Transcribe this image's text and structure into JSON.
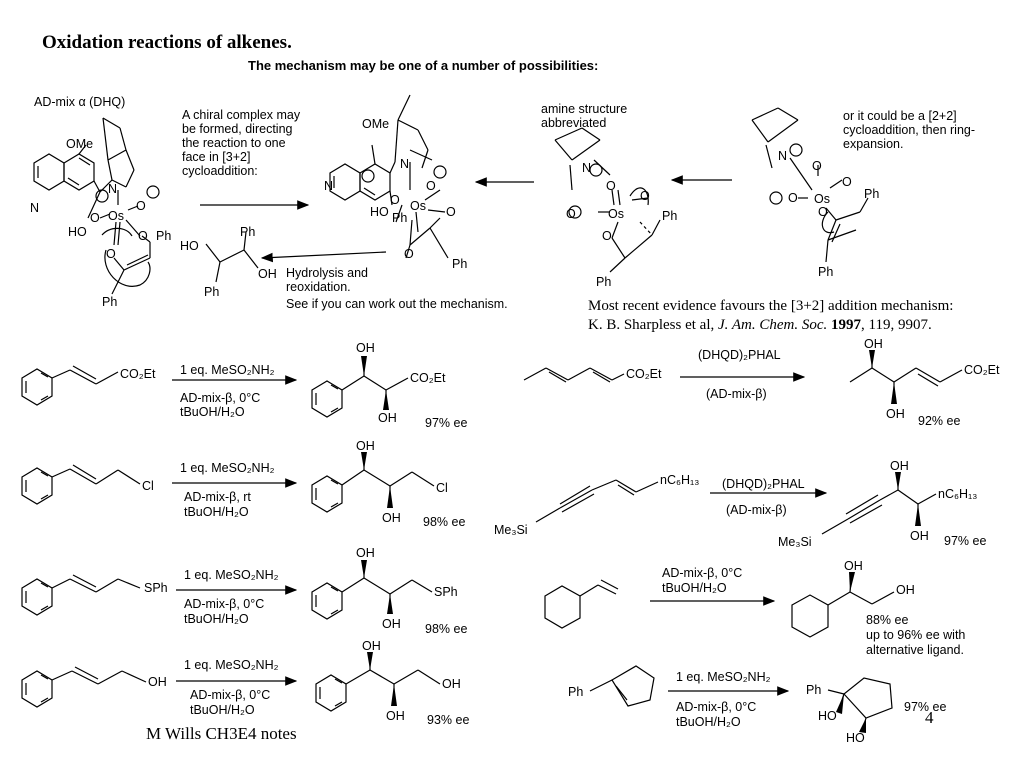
{
  "slide": {
    "title": "Oxidation reactions of alkenes.",
    "subtitle": "The mechanism may be one of a number of possibilities:",
    "footer": "M Wills CH3E4 notes",
    "page_number": "4"
  },
  "mechanism": {
    "ad_mix_label": "AD-mix α (DHQ)",
    "chiral_complex_note": "A chiral complex may be formed, directing the reaction to one face in [3+2] cycloaddition:",
    "amine_note": "amine structure abbreviated",
    "alt_note": "or it could be a [2+2] cycloaddition, then ring-expansion.",
    "hydrolysis_note": "Hydrolysis and reoxidation.",
    "hydrolysis_hint": "See if you can work out the mechanism.",
    "evidence": "Most recent evidence favours the [3+2] addition mechanism:",
    "ref_authors": "K. B. Sharpless et al, ",
    "ref_journal": "J. Am. Chem. Soc.",
    "ref_year": "1997",
    "ref_rest": ", 119, 9907.",
    "labels": {
      "ome": "OMe",
      "n": "N",
      "ho": "HO",
      "o": "O",
      "os": "Os",
      "ph": "Ph",
      "oh": "OH"
    }
  },
  "reactions": [
    {
      "id": "r1",
      "reagent": "1 eq. MeSO₂NH₂",
      "cond1": "AD-mix-β, 0°C",
      "cond2": "tBuOH/H₂O",
      "ee": "97% ee",
      "sub_group": "CO₂Et",
      "prod_group": "CO₂Et"
    },
    {
      "id": "r2",
      "reagent": "1 eq. MeSO₂NH₂",
      "cond1": "AD-mix-β, rt",
      "cond2": "tBuOH/H₂O",
      "ee": "98% ee",
      "sub_group": "Cl",
      "prod_group": "Cl"
    },
    {
      "id": "r3",
      "reagent": "1 eq. MeSO₂NH₂",
      "cond1": "AD-mix-β, 0°C",
      "cond2": "tBuOH/H₂O",
      "ee": "98% ee",
      "sub_group": "SPh",
      "prod_group": "SPh"
    },
    {
      "id": "r4",
      "reagent": "1 eq. MeSO₂NH₂",
      "cond1": "AD-mix-β, 0°C",
      "cond2": "tBuOH/H₂O",
      "ee": "93% ee",
      "sub_group": "OH",
      "prod_group": "OH"
    },
    {
      "id": "r5",
      "reagent": "(DHQD)₂PHAL",
      "cond1": "(AD-mix-β)",
      "ee": "92% ee",
      "sub_group": "CO₂Et",
      "prod_group": "CO₂Et"
    },
    {
      "id": "r6",
      "reagent": "(DHQD)₂PHAL",
      "cond1": "(AD-mix-β)",
      "ee": "97% ee",
      "sub_group": "nC₆H₁₃",
      "prod_group": "nC₆H₁₃",
      "silyl": "Me₃Si"
    },
    {
      "id": "r7",
      "reagent": "AD-mix-β, 0°C",
      "cond1": "tBuOH/H₂O",
      "ee": "88% ee",
      "ee_extra1": "up to 96% ee with",
      "ee_extra2": "alternative ligand."
    },
    {
      "id": "r8",
      "reagent": "1 eq. MeSO₂NH₂",
      "cond1": "AD-mix-β, 0°C",
      "cond2": "tBuOH/H₂O",
      "ee": "97% ee",
      "sub_group": "Ph",
      "prod_group": "Ph"
    }
  ],
  "colors": {
    "ink": "#000000",
    "background": "#ffffff"
  }
}
